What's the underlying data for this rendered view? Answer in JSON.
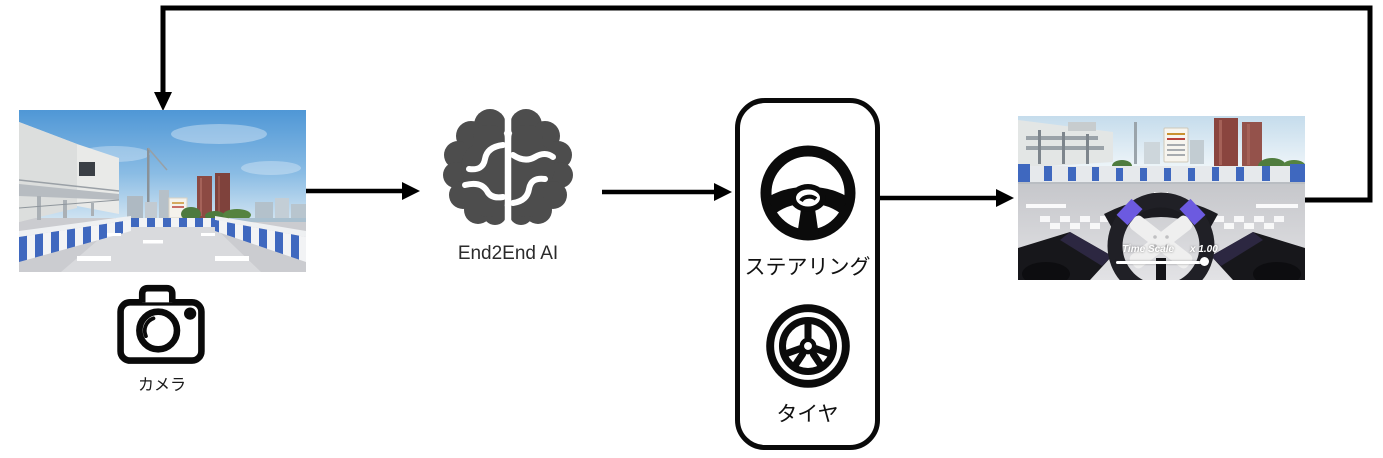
{
  "diagram": {
    "camera": {
      "label": "カメラ"
    },
    "ai": {
      "label": "End2End AI"
    },
    "controls": {
      "steering_label": "ステアリング",
      "tire_label": "タイヤ"
    },
    "simulator_overlay": {
      "time_scale_label": "Time Scale",
      "time_scale_value": "x 1.00"
    },
    "colors": {
      "connector_black": "#000000",
      "brain_gray": "#4d4d4d",
      "barrier_blue": "#3f68bf",
      "grip_purple": "#6c5ae0"
    }
  }
}
